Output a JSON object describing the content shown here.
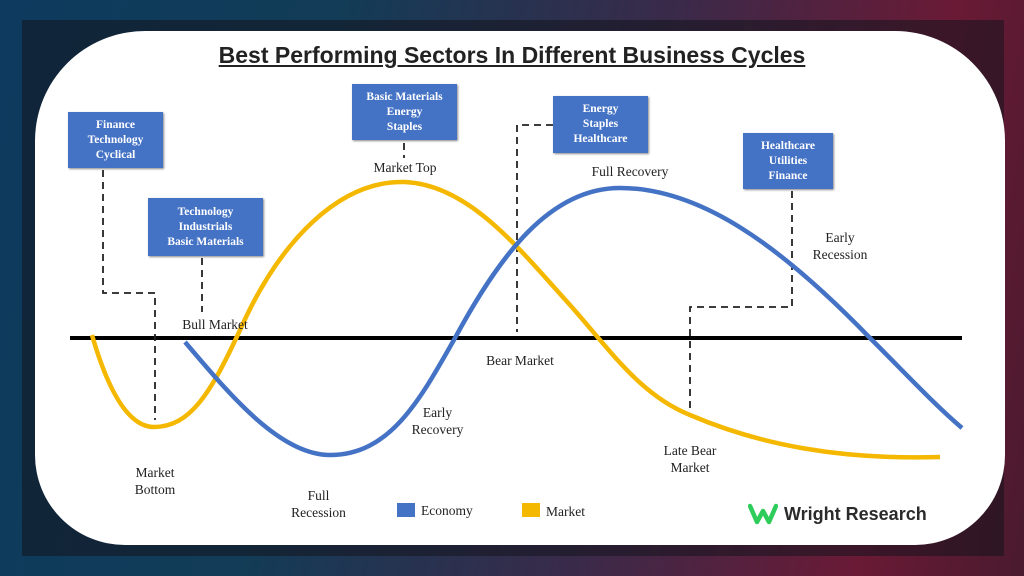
{
  "title": "Best Performing Sectors In Different Business Cycles",
  "colors": {
    "economy": "#4472C4",
    "market": "#F5B800",
    "box": "#4472C4",
    "logo_green": "#2ecc5a"
  },
  "boxes": [
    {
      "lines": [
        "Finance",
        "Technology",
        "Cyclical"
      ]
    },
    {
      "lines": [
        "Technology",
        "Industrials",
        "Basic Materials"
      ]
    },
    {
      "lines": [
        "Basic Materials",
        "Energy",
        "Staples"
      ]
    },
    {
      "lines": [
        "Energy",
        "Staples",
        "Healthcare"
      ]
    },
    {
      "lines": [
        "Healthcare",
        "Utilities",
        "Finance"
      ]
    }
  ],
  "labels": {
    "market_bottom": "Market Bottom",
    "bull_market": "Bull Market",
    "market_top": "Market Top",
    "full_recession": "Full Recession",
    "early_recovery": "Early Recovery",
    "bear_market": "Bear Market",
    "full_recovery": "Full Recovery",
    "late_bear_market": "Late Bear Market",
    "early_recession": "Early Recession"
  },
  "legend": [
    {
      "name": "Economy"
    },
    {
      "name": "Market"
    }
  ],
  "logo": {
    "text": "Wright Research",
    "icon": "w-logo-icon"
  }
}
